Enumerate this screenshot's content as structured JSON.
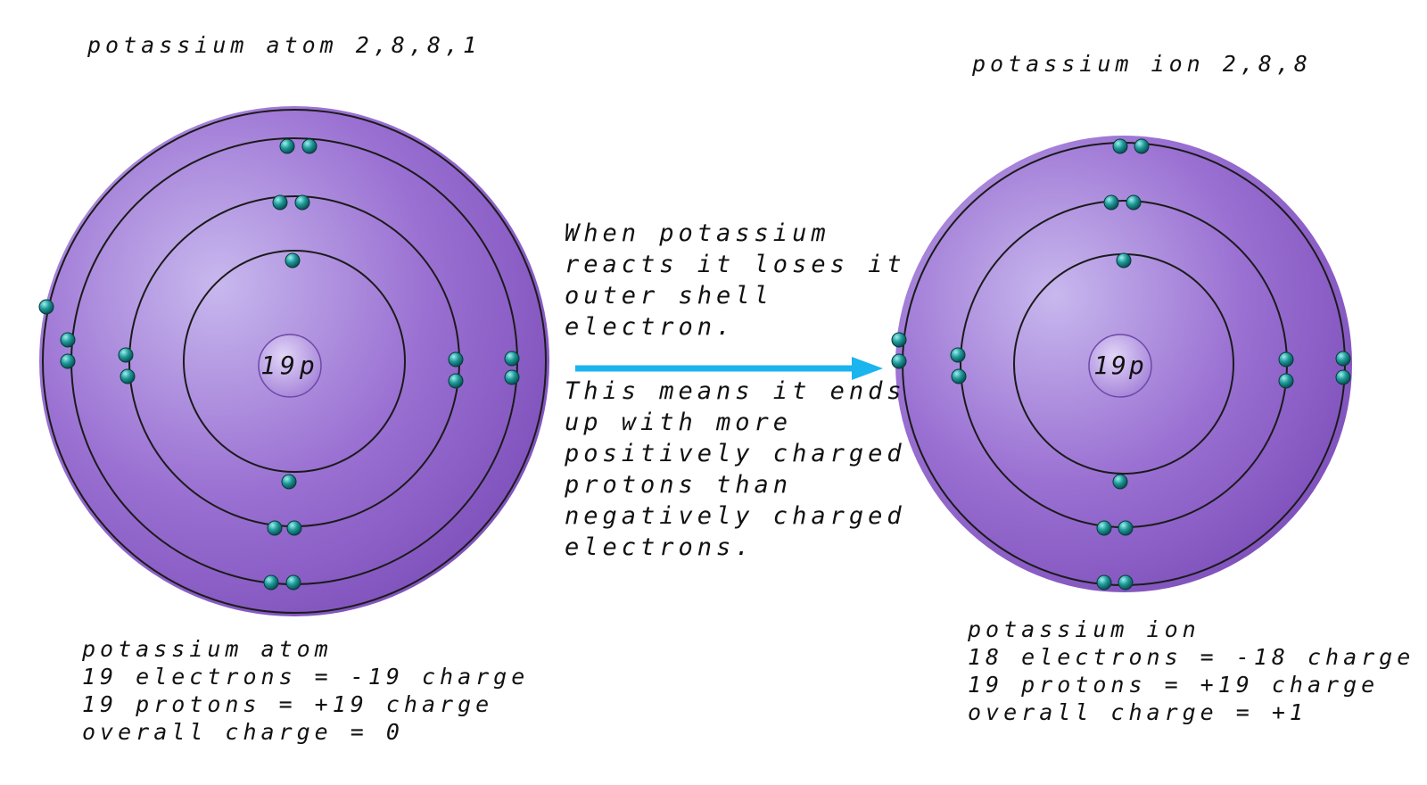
{
  "atom": {
    "title": "potassium atom 2,8,8,1",
    "nucleus_label": "19p",
    "shells": [
      2,
      8,
      8,
      1
    ],
    "info": [
      "potassium atom",
      "19 electrons = -19 charge",
      "19 protons = +19 charge",
      "overall charge = 0"
    ]
  },
  "ion": {
    "title": "potassium ion 2,8,8",
    "nucleus_label": "19p",
    "shells": [
      2,
      8,
      8
    ],
    "info": [
      "potassium ion",
      "18 electrons = -18 charge",
      "19 protons = +19 charge",
      "overall charge = +1"
    ]
  },
  "explanation": {
    "upper": [
      "When potassium",
      "reacts it loses it",
      "outer shell",
      "electron."
    ],
    "lower": [
      "This means it ends",
      "up with more",
      "positively charged",
      "protons than",
      "negatively charged",
      "electrons."
    ]
  },
  "colors": {
    "body": "#9a6fd0",
    "body_edge": "#7a4fb8",
    "body_highlight": "#c4b2ec",
    "electron": "#1d8a8a",
    "arrow": "#1ab4ee"
  }
}
